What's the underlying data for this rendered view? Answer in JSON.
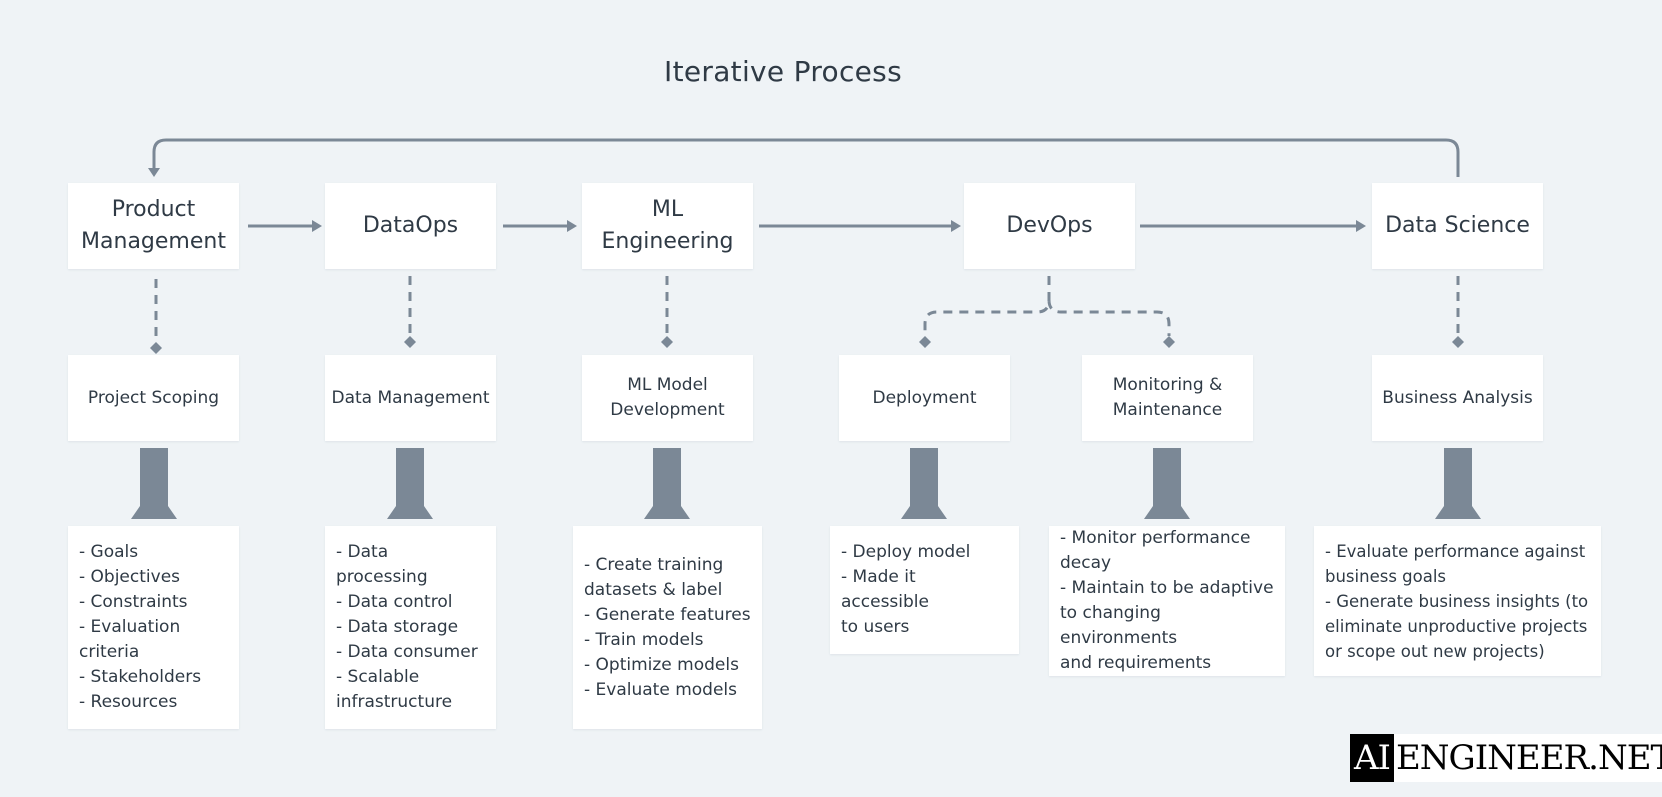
{
  "title": "Iterative Process",
  "roles": [
    {
      "line1": "Product",
      "line2": "Management"
    },
    {
      "line1": "DataOps",
      "line2": ""
    },
    {
      "line1": "ML",
      "line2": "Engineering"
    },
    {
      "line1": "DevOps",
      "line2": ""
    },
    {
      "line1": "Data Science",
      "line2": ""
    }
  ],
  "phases": [
    {
      "line1": "Project Scoping",
      "line2": ""
    },
    {
      "line1": "Data Management",
      "line2": ""
    },
    {
      "line1": "ML Model",
      "line2": "Development"
    },
    {
      "line1": "Deployment",
      "line2": ""
    },
    {
      "line1": "Monitoring &",
      "line2": "Maintenance"
    },
    {
      "line1": "Business Analysis",
      "line2": ""
    }
  ],
  "details": [
    [
      "- Goals",
      "- Objectives",
      "- Constraints",
      "- Evaluation",
      "criteria",
      "- Stakeholders",
      "- Resources"
    ],
    [
      "- Data processing",
      "- Data control",
      "- Data storage",
      "- Data consumer",
      "- Scalable",
      "infrastructure"
    ],
    [
      "- Create training",
      "datasets & label",
      "- Generate features",
      "- Train models",
      "- Optimize models",
      "- Evaluate models"
    ],
    [
      "- Deploy model",
      "- Made it accessible",
      "to users"
    ],
    [
      "- Monitor performance",
      "decay",
      "- Maintain to be adaptive",
      "to changing environments",
      "and requirements"
    ],
    [
      "- Evaluate performance against",
      "business goals",
      "- Generate business insights (to",
      "eliminate unproductive projects",
      "or scope out new projects)"
    ]
  ],
  "logo": {
    "ai": "AI",
    "rest": "ENGINEER.NET"
  },
  "colors": {
    "arrow": "#7b8896",
    "box": "#ffffff",
    "background": "#eff3f6",
    "text": "#2f3a45"
  }
}
